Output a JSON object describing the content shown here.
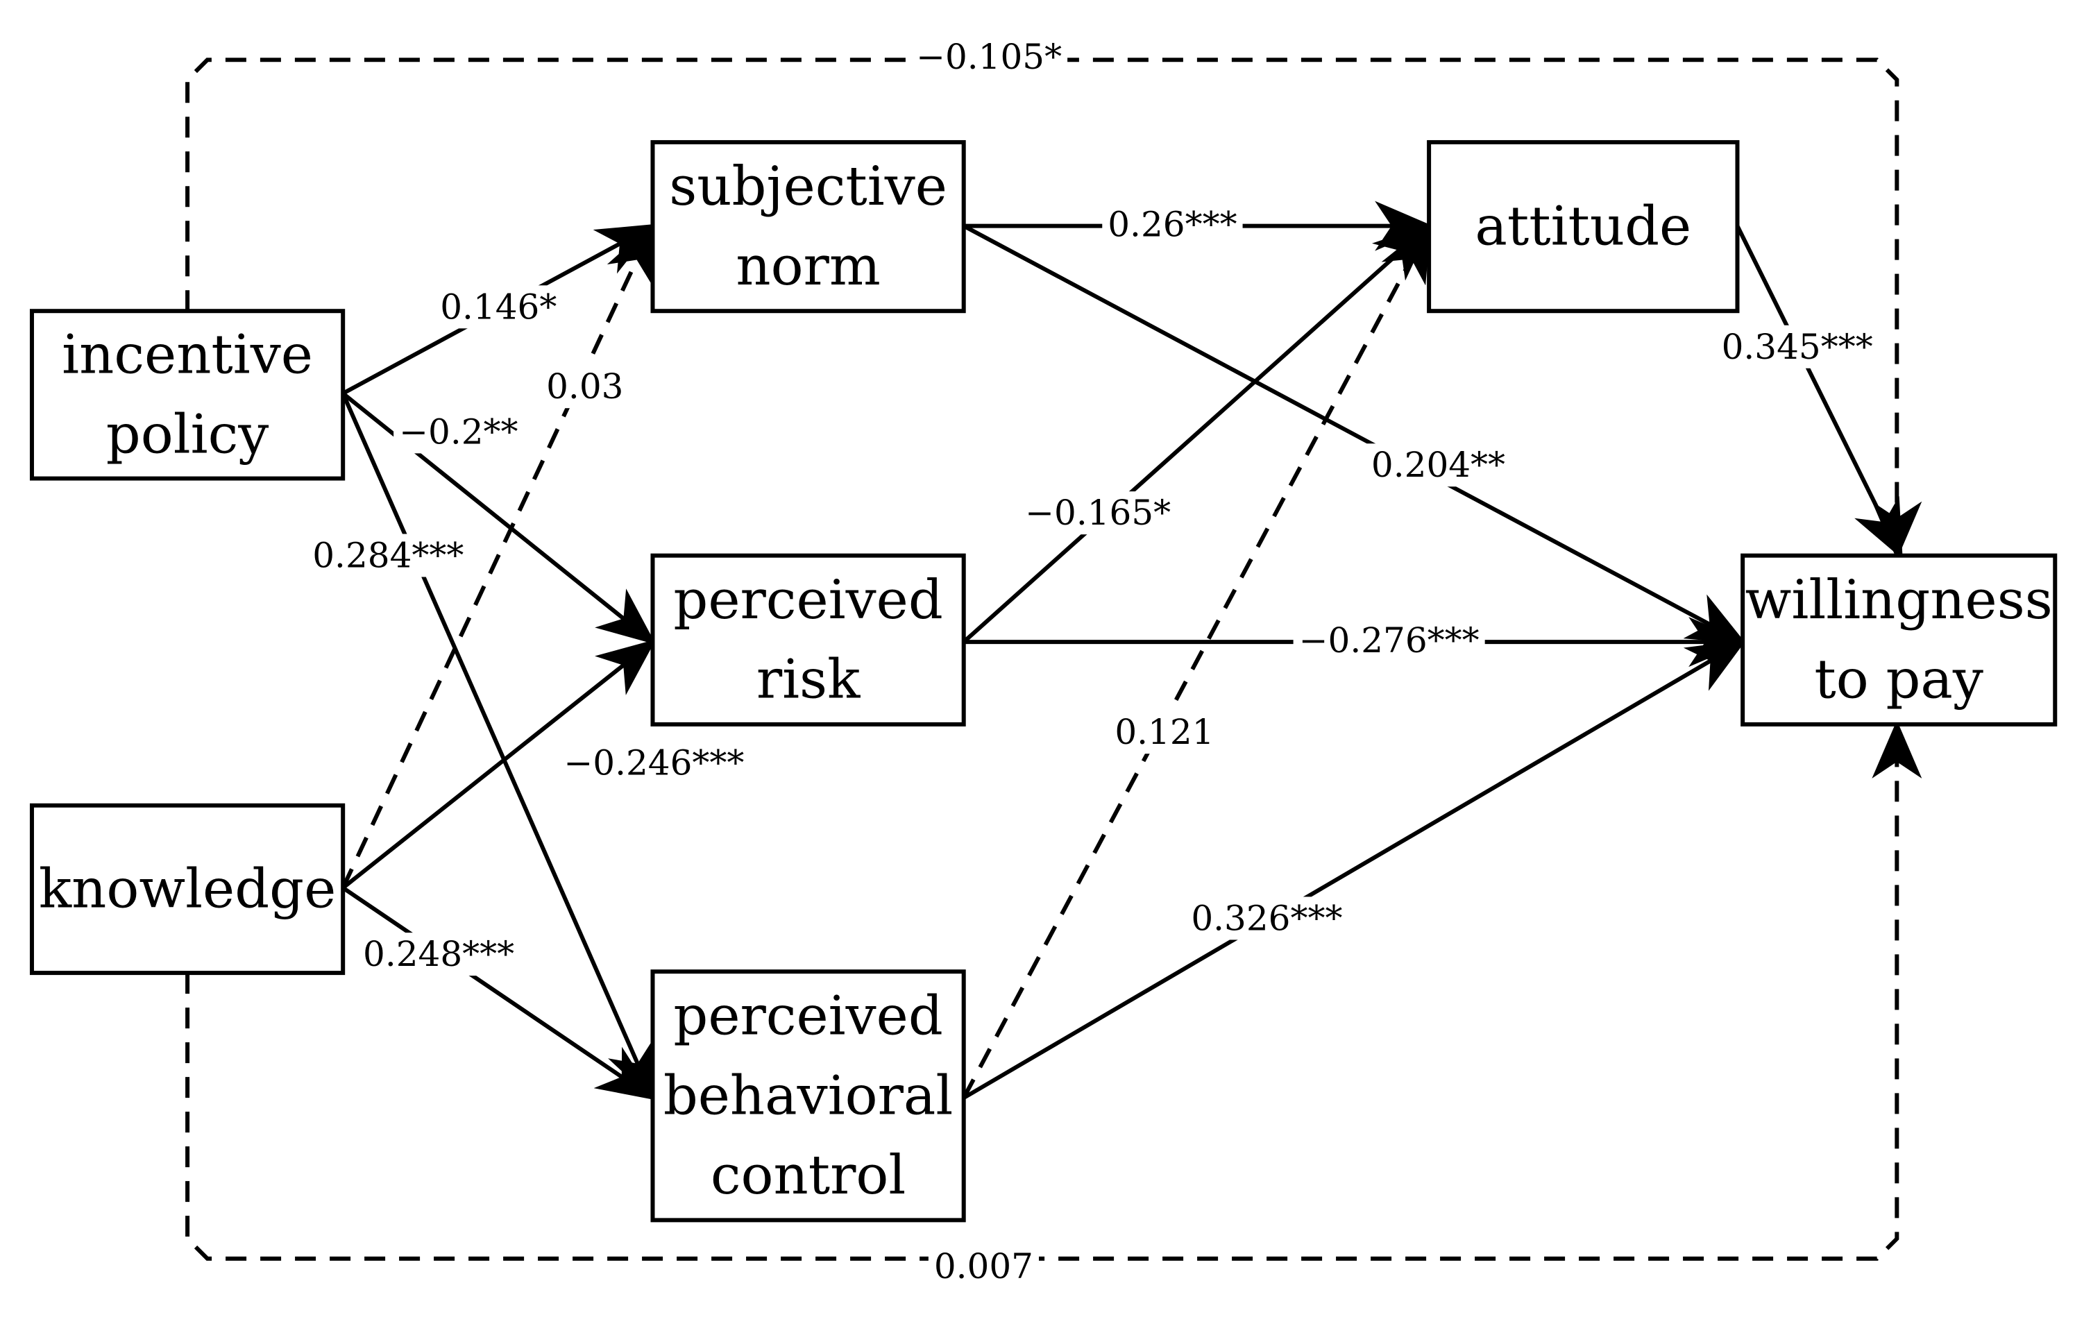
{
  "nodes": [
    {
      "id": "incentive_policy",
      "lines": [
        "incentive",
        "policy"
      ]
    },
    {
      "id": "knowledge",
      "lines": [
        "knowledge"
      ]
    },
    {
      "id": "subjective_norm",
      "lines": [
        "subjective",
        "norm"
      ]
    },
    {
      "id": "perceived_risk",
      "lines": [
        "perceived",
        "risk"
      ]
    },
    {
      "id": "perceived_behavioral_control",
      "lines": [
        "perceived",
        "behavioral",
        "control"
      ]
    },
    {
      "id": "attitude",
      "lines": [
        "attitude"
      ]
    },
    {
      "id": "willingness_to_pay",
      "lines": [
        "willingness",
        "to pay"
      ]
    }
  ],
  "edges": [
    {
      "id": "ip_sn",
      "from": "incentive_policy",
      "to": "subjective_norm",
      "coefficient": "0.146*",
      "style": "solid"
    },
    {
      "id": "ip_pr",
      "from": "incentive_policy",
      "to": "perceived_risk",
      "coefficient": "−0.2**",
      "style": "solid"
    },
    {
      "id": "ip_pbc",
      "from": "incentive_policy",
      "to": "perceived_behavioral_control",
      "coefficient": "0.284***",
      "style": "solid"
    },
    {
      "id": "kn_sn",
      "from": "knowledge",
      "to": "subjective_norm",
      "coefficient": "0.03",
      "style": "dashed"
    },
    {
      "id": "kn_pr",
      "from": "knowledge",
      "to": "perceived_risk",
      "coefficient": "−0.246***",
      "style": "solid"
    },
    {
      "id": "kn_pbc",
      "from": "knowledge",
      "to": "perceived_behavioral_control",
      "coefficient": "0.248***",
      "style": "solid"
    },
    {
      "id": "sn_att",
      "from": "subjective_norm",
      "to": "attitude",
      "coefficient": "0.26***",
      "style": "solid"
    },
    {
      "id": "sn_wtp",
      "from": "subjective_norm",
      "to": "willingness_to_pay",
      "coefficient": "0.204**",
      "style": "solid"
    },
    {
      "id": "pr_att",
      "from": "perceived_risk",
      "to": "attitude",
      "coefficient": "−0.165*",
      "style": "solid"
    },
    {
      "id": "pr_wtp",
      "from": "perceived_risk",
      "to": "willingness_to_pay",
      "coefficient": "−0.276***",
      "style": "solid"
    },
    {
      "id": "pbc_att",
      "from": "perceived_behavioral_control",
      "to": "attitude",
      "coefficient": "0.121",
      "style": "dashed"
    },
    {
      "id": "pbc_wtp",
      "from": "perceived_behavioral_control",
      "to": "willingness_to_pay",
      "coefficient": "0.326***",
      "style": "solid"
    },
    {
      "id": "att_wtp",
      "from": "attitude",
      "to": "willingness_to_pay",
      "coefficient": "0.345***",
      "style": "solid"
    },
    {
      "id": "ip_wtp",
      "from": "incentive_policy",
      "to": "willingness_to_pay",
      "coefficient": "−0.105*",
      "style": "dashed"
    },
    {
      "id": "kn_wtp",
      "from": "knowledge",
      "to": "willingness_to_pay",
      "coefficient": "0.007",
      "style": "dashed"
    }
  ]
}
